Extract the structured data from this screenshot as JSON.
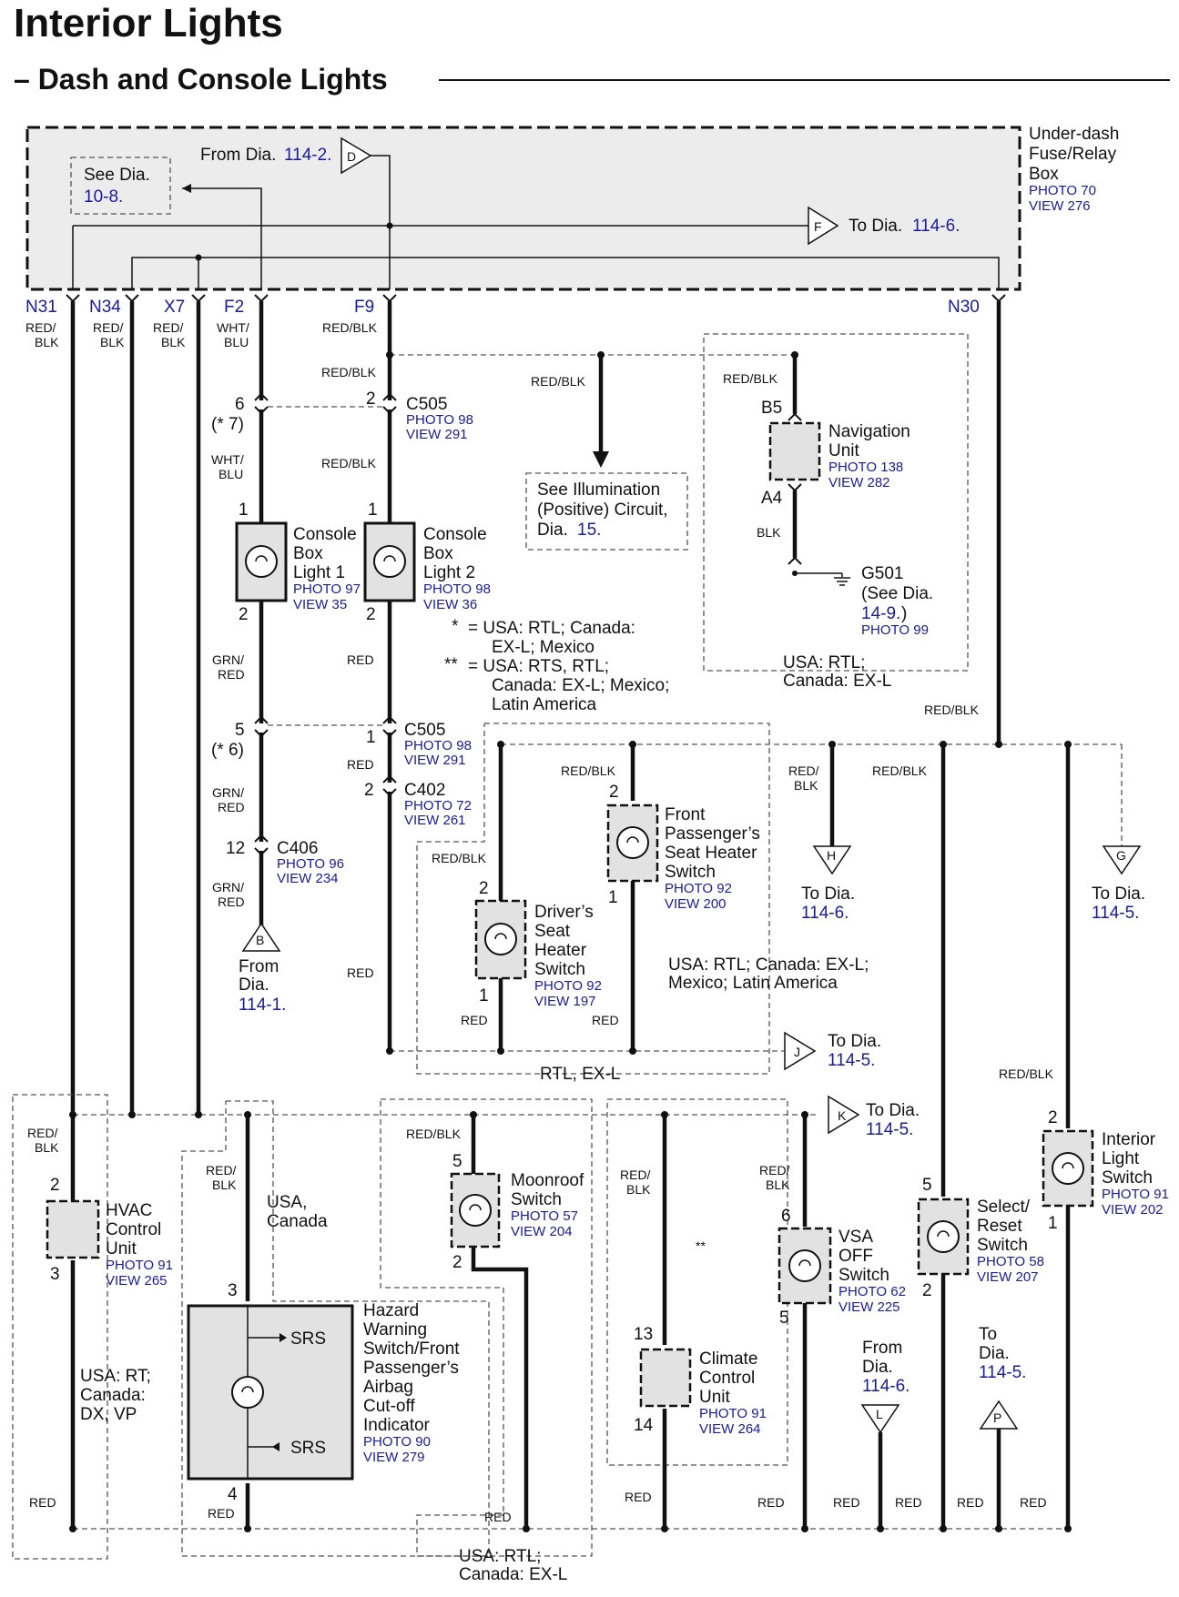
{
  "header": {
    "title": "Interior Lights",
    "subtitle": "– Dash and Console Lights"
  },
  "fuse_box": {
    "name": [
      "Under-dash",
      "Fuse/Relay",
      "Box"
    ],
    "photo": "PHOTO 70",
    "view": "VIEW 276",
    "see_dia": "See Dia.",
    "see_dia_ref": "10-8.",
    "from_dia": "From Dia.",
    "from_dia_ref": "114-2.",
    "from_dia_tag": "D",
    "to_dia": "To Dia.",
    "to_dia_ref": "114-6.",
    "to_dia_tag": "F",
    "terminals": [
      "N31",
      "N34",
      "X7",
      "F2",
      "F9",
      "N30"
    ]
  },
  "wires": {
    "red_blk": "RED/BLK",
    "red_slash": "RED/",
    "blk": "BLK",
    "wht_slash": "WHT/",
    "blu": "BLU",
    "grn_slash": "GRN/",
    "red_under": "RED",
    "red": "RED",
    "blk_solo": "BLK"
  },
  "connectors": {
    "c505": "C505",
    "c505_photo": "PHOTO 98",
    "c505_view": "VIEW 291",
    "c402": "C402",
    "c402_photo": "PHOTO 72",
    "c402_view": "VIEW 261",
    "c406": "C406",
    "c406_photo": "PHOTO 96",
    "c406_view": "VIEW 234"
  },
  "pins": {
    "p1": "1",
    "p2": "2",
    "p3": "3",
    "p4": "4",
    "p5": "5",
    "p6": "6",
    "p12": "12",
    "p13": "13",
    "p14": "14",
    "p6alt": "(* 7)",
    "p5alt": "(* 6)",
    "b5": "B5",
    "a4": "A4"
  },
  "components": {
    "console1": {
      "name": [
        "Console",
        "Box",
        "Light 1"
      ],
      "photo": "PHOTO 97",
      "view": "VIEW 35"
    },
    "console2": {
      "name": [
        "Console",
        "Box",
        "Light 2"
      ],
      "photo": "PHOTO 98",
      "view": "VIEW 36"
    },
    "nav": {
      "name": [
        "Navigation",
        "Unit"
      ],
      "photo": "PHOTO 138",
      "view": "VIEW 282"
    },
    "g501": {
      "name": "G501",
      "see": "(See Dia.",
      "ref": "14-9.",
      "close": ")",
      "photo": "PHOTO 99"
    },
    "illum": {
      "lines": [
        "See Illumination",
        "(Positive) Circuit,"
      ],
      "dia": "Dia.",
      "ref": "15."
    },
    "front_pass": {
      "name": [
        "Front",
        "Passenger’s",
        "Seat Heater",
        "Switch"
      ],
      "photo": "PHOTO 92",
      "view": "VIEW 200"
    },
    "driver": {
      "name": [
        "Driver’s",
        "Seat",
        "Heater",
        "Switch"
      ],
      "photo": "PHOTO 92",
      "view": "VIEW 197"
    },
    "hvac": {
      "name": [
        "HVAC",
        "Control",
        "Unit"
      ],
      "photo": "PHOTO 91",
      "view": "VIEW 265"
    },
    "hazard": {
      "name": [
        "Hazard",
        "Warning",
        "Switch/Front",
        "Passenger’s",
        "Airbag",
        "Cut-off",
        "Indicator"
      ],
      "photo": "PHOTO 90",
      "view": "VIEW 279",
      "srs": "SRS"
    },
    "moonroof": {
      "name": [
        "Moonroof",
        "Switch"
      ],
      "photo": "PHOTO 57",
      "view": "VIEW 204"
    },
    "climate": {
      "name": [
        "Climate",
        "Control",
        "Unit"
      ],
      "photo": "PHOTO 91",
      "view": "VIEW 264"
    },
    "vsa": {
      "name": [
        "VSA",
        "OFF",
        "Switch"
      ],
      "photo": "PHOTO 62",
      "view": "VIEW 225"
    },
    "select": {
      "name": [
        "Select/",
        "Reset",
        "Switch"
      ],
      "photo": "PHOTO 58",
      "view": "VIEW 207"
    },
    "interior": {
      "name": [
        "Interior",
        "Light",
        "Switch"
      ],
      "photo": "PHOTO 91",
      "view": "VIEW 202"
    }
  },
  "notes": {
    "star": "*",
    "star_text": [
      "= USA: RTL; Canada:",
      "EX-L; Mexico"
    ],
    "dstar": "**",
    "dstar_text": [
      "= USA: RTS, RTL;",
      "Canada: EX-L; Mexico;",
      "Latin America"
    ],
    "nav_region": [
      "USA: RTL;",
      "Canada: EX-L"
    ],
    "seat_region": [
      "USA: RTL; Canada: EX-L;",
      "Mexico; Latin America"
    ],
    "rtl_exl": "RTL, EX-L",
    "usa_canada": [
      "USA,",
      "Canada"
    ],
    "hvac_region": [
      "USA: RT;",
      "Canada:",
      "DX, VP"
    ],
    "bottom_region": [
      "USA: RTL;",
      "Canada: EX-L"
    ],
    "dstar_mark": "**"
  },
  "offpage": {
    "to_dia": "To Dia.",
    "from_dia": "From Dia.",
    "from": "From",
    "to": "To",
    "dia": "Dia.",
    "b": {
      "tag": "B",
      "ref": "114-1."
    },
    "h": {
      "tag": "H",
      "ref": "114-6."
    },
    "g": {
      "tag": "G",
      "ref": "114-5."
    },
    "j": {
      "tag": "J",
      "ref": "114-5."
    },
    "k": {
      "tag": "K",
      "ref": "114-5."
    },
    "l": {
      "tag": "L",
      "ref": "114-6."
    },
    "p": {
      "tag": "P",
      "ref": "114-5."
    }
  }
}
